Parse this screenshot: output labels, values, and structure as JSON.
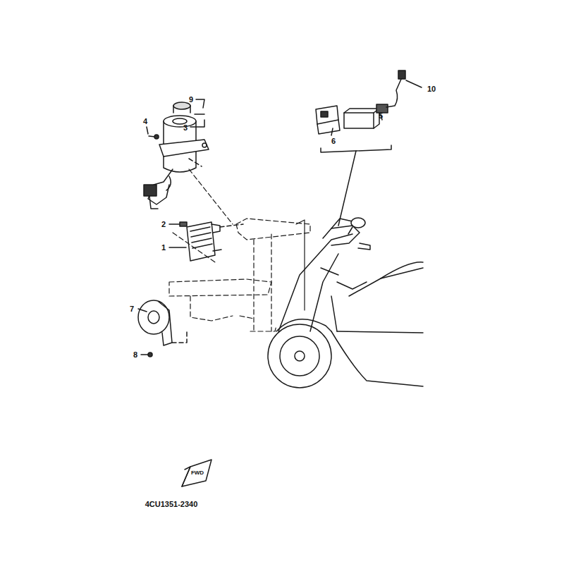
{
  "diagram": {
    "labels": [
      "9",
      "4",
      "3",
      "10",
      "5",
      "6",
      "2",
      "1",
      "7",
      "8",
      "FWD",
      "4CU1351-2340"
    ]
  }
}
